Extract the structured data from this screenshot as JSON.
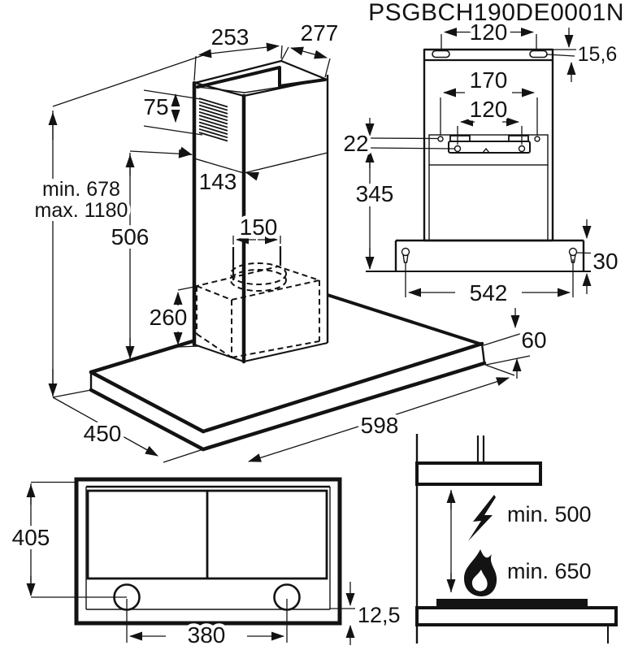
{
  "title": "PSGBCH190DE0001N",
  "colors": {
    "ink": "#131313",
    "paper": "#ffffff"
  },
  "main_view": {
    "top_width": "253",
    "top_depth": "277",
    "grille_height": "75",
    "chimney_front_width": "143",
    "chimney_height": "506",
    "duct_diameter": "150",
    "motor_box_height": "260",
    "canopy_depth": "450",
    "canopy_width": "598",
    "canopy_thickness": "60",
    "height_min": "min. 678",
    "height_max": "max. 1180"
  },
  "rear_view": {
    "slot_spacing": "120",
    "strip_height": "15,6",
    "outer_hole_spacing": "170",
    "inner_hole_spacing": "120",
    "hole_row_offset": "22",
    "bracket_to_bottom": "345",
    "canopy_hole_spacing": "542",
    "canopy_rear_height": "30"
  },
  "bottom_view": {
    "body_depth": "405",
    "lamp_spacing": "380",
    "lamp_edge_offset": "12,5"
  },
  "side_view": {
    "electric_clearance": "min. 500",
    "gas_clearance": "min. 650"
  }
}
